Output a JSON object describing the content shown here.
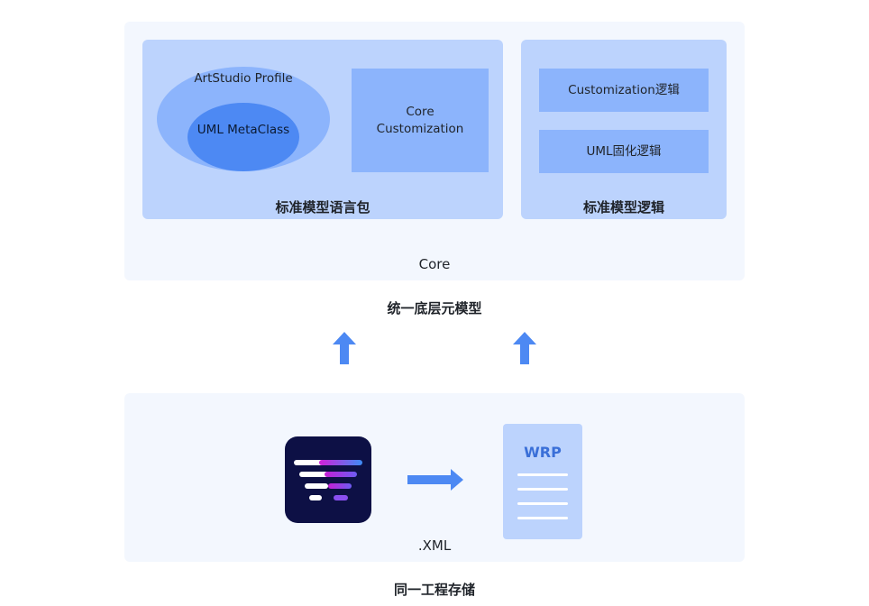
{
  "core": {
    "title": "Core",
    "language_package": {
      "title": "标准模型语言包",
      "artstudio_profile": "ArtStudio Profile",
      "uml_metaclass": "UML MetaClass",
      "core_customization": "Core Customization"
    },
    "model_logic": {
      "title": "标准模型逻辑",
      "customization_logic": "Customization逻辑",
      "uml_solidify_logic": "UML固化逻辑"
    }
  },
  "unified_caption": "统一底层元模型",
  "storage": {
    "xml_label": ".XML",
    "wrp_label": "WRP",
    "caption": "同一工程存储"
  },
  "colors": {
    "panel_bg": "#f3f7fe",
    "box_light": "#bcd3fd",
    "box_mid": "#8cb4fc",
    "box_dark": "#4d89f3",
    "arrow": "#4d89f3",
    "logo_bg": "#0d1045"
  },
  "icons": {
    "up_arrows": [
      "arrow-up-icon",
      "arrow-up-icon"
    ],
    "right_arrow": "arrow-right-icon",
    "app_logo": "artstudio-logo-icon",
    "document": "wrp-document-icon"
  }
}
